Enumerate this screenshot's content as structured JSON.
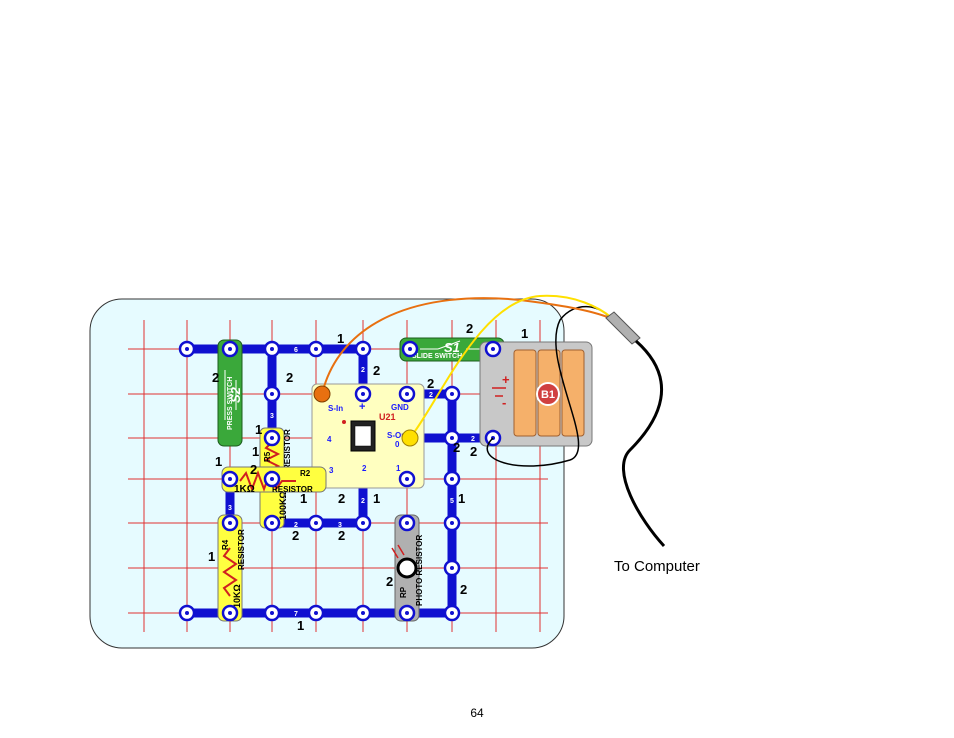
{
  "page_number": "64",
  "caption": "To Computer",
  "parts": {
    "slide_switch": {
      "id": "S1",
      "text": "SLIDE SWITCH"
    },
    "press_switch": {
      "id": "S2",
      "text": "PRESS SWITCH"
    },
    "battery": {
      "id": "B1"
    },
    "ic": {
      "id": "U21",
      "pins": {
        "s_in": "S-In",
        "plus": "+",
        "gnd": "GND",
        "s_out": "S-Out"
      },
      "numbers": [
        "4",
        "0",
        "3",
        "2",
        "1"
      ]
    },
    "r2": {
      "id": "R2",
      "value": "1KΩ",
      "text": "RESISTOR"
    },
    "r4": {
      "id": "R4",
      "value": "10KΩ",
      "text": "RESISTOR"
    },
    "rp": {
      "id": "RP",
      "text": "PHOTO RESISTOR"
    },
    "r5": {
      "id": "R5",
      "value": "100KΩ",
      "text": "RESISTOR"
    }
  },
  "wire_numbers": [
    "6",
    "2",
    "3",
    "3",
    "2",
    "3",
    "2",
    "7",
    "5",
    "2",
    "2"
  ],
  "level_numbers": [
    "1",
    "2",
    "1",
    "2",
    "2",
    "2",
    "2",
    "1",
    "1",
    "2",
    "1",
    "2",
    "1",
    "2",
    "2",
    "1",
    "1",
    "2",
    "2",
    "1",
    "2",
    "2",
    "1"
  ],
  "colors": {
    "wire": "#1010d0",
    "grid": "#e03030",
    "board": "#e6fbff",
    "switch": "#3aa83a",
    "resistor": "#ffff40",
    "ic": "#ffffc0",
    "orange_wire": "#e87010",
    "yellow_wire": "#ffe000"
  }
}
